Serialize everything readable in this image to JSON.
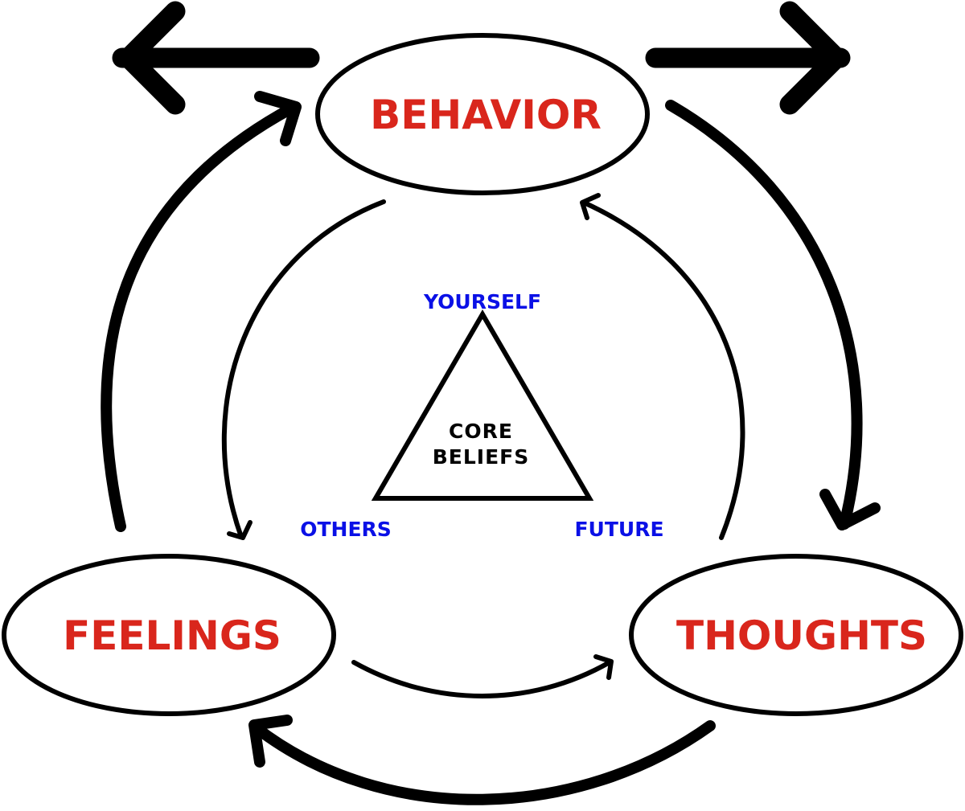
{
  "colors": {
    "node_text": "#d9261c",
    "corner_text": "#0a10e6",
    "core_text": "#000000",
    "stroke": "#000000",
    "background": "#ffffff"
  },
  "nodes": {
    "behavior": "BEHAVIOR",
    "thoughts": "THOUGHTS",
    "feelings": "FEELINGS"
  },
  "core": {
    "line1": "CORE",
    "line2": "BELIEFS",
    "yourself": "YOURSELF",
    "others": "OTHERS",
    "future": "FUTURE"
  }
}
